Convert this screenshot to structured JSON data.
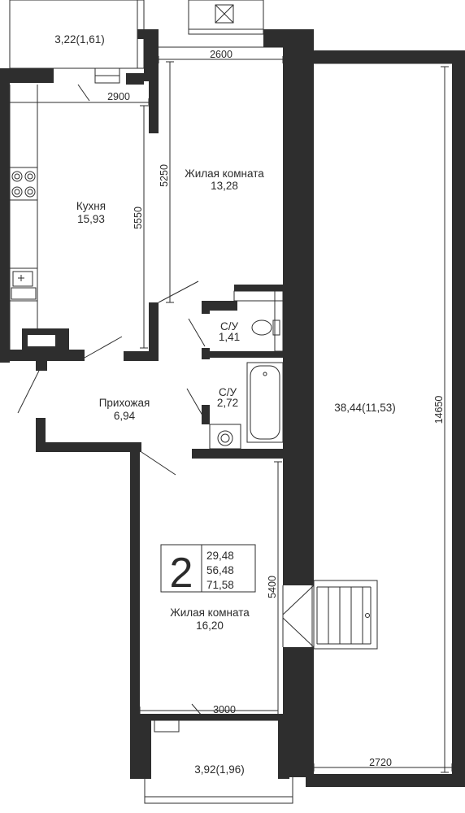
{
  "rooms": {
    "balcony_top": "3,22(1,61)",
    "living_top_name": "Жилая комната",
    "living_top_area": "13,28",
    "kitchen_name": "Кухня",
    "kitchen_area": "15,93",
    "bath1_name": "С/У",
    "bath1_area": "1,41",
    "bath2_name": "С/У",
    "bath2_area": "2,72",
    "hall_name": "Прихожая",
    "hall_area": "6,94",
    "terrace": "38,44(11,53)",
    "living_bottom_name": "Жилая комната",
    "living_bottom_area": "16,20",
    "balcony_bottom": "3,92(1,96)"
  },
  "dimensions": {
    "d2600": "2600",
    "d2900": "2900",
    "d5250": "5250",
    "d5550": "5550",
    "d14650": "14650",
    "d5400": "5400",
    "d3000": "3000",
    "d2720": "2720"
  },
  "summary": {
    "rooms_count": "2",
    "area_living": "29,48",
    "area_total": "56,48",
    "area_total_with_terrace": "71,58"
  }
}
